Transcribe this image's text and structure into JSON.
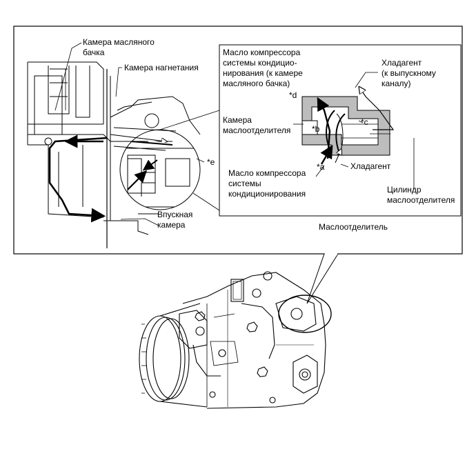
{
  "labels": {
    "oil_tank_chamber": "Камера масляного\nбачка",
    "discharge_chamber": "Камера нагнетания",
    "suction_chamber": "Впускная\nкамера",
    "oil_to_tank": "Масло компрессора\nсистемы кондицио-\nнирования (к камере\nмасляного бачка)",
    "separator_chamber": "Камера\nмаслоотделителя",
    "refrigerant_out": "Хладагент\n(к выпускному\nканалу)",
    "oil_in": "Масло компрессора\nсистемы\nкондиционирования",
    "refrigerant_in": "Хладагент",
    "separator_cylinder": "Цилиндр\nмаслоотделителя",
    "oil_separator_caption": "Маслоотделитель"
  },
  "markers": {
    "a": "*a",
    "b": "*b",
    "c": "*c",
    "d": "*d",
    "e": "*e"
  }
}
